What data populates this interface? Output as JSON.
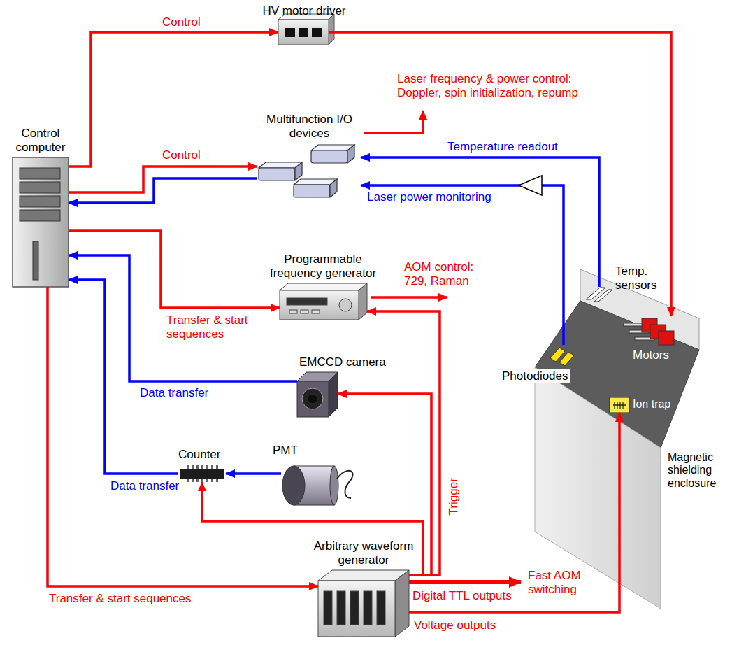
{
  "diagram": {
    "nodes": [
      {
        "text": [
          "HV motor driver"
        ]
      },
      {
        "text": [
          "Control computer"
        ]
      },
      {
        "text": [
          "Multifunction I/O devices"
        ]
      },
      {
        "text": [
          "Programmable frequency generator"
        ]
      },
      {
        "text": [
          "Magnetic shielding enclosure"
        ]
      },
      {
        "text": [
          "Temp. sensors"
        ],
        "in": 4
      },
      {
        "text": [
          "Motors"
        ],
        "in": 4
      },
      {
        "text": [
          "Photodiodes"
        ],
        "in": 4
      },
      {
        "text": [
          "Ion trap"
        ],
        "in": 4
      },
      {
        "text": [
          "EMCCD camera"
        ]
      },
      {
        "text": [
          "Counter"
        ]
      },
      {
        "text": [
          "PMT"
        ]
      },
      {
        "text": [
          "Arbitrary waveform generator"
        ]
      }
    ],
    "edges": [
      {
        "from": 1,
        "to": 0,
        "label": "Control",
        "arrow": "to"
      },
      {
        "from": 1,
        "to": 2,
        "label": "Control",
        "arrow": "to"
      },
      {
        "from": 2,
        "to": 1,
        "arrow": "to"
      },
      {
        "from": 1,
        "to": 3,
        "label": "Transfer & start sequences",
        "arrow": "to"
      },
      {
        "from": 9,
        "to": 1,
        "label": "Data transfer",
        "arrow": "to"
      },
      {
        "from": 10,
        "to": 1,
        "label": "Data transfer",
        "arrow": "to"
      },
      {
        "from": 11,
        "to": 10,
        "arrow": "to"
      },
      {
        "from": 1,
        "to": 12,
        "label": "Transfer & start sequences",
        "arrow": "to"
      },
      {
        "from": 0,
        "to": 6,
        "arrow": "to"
      },
      {
        "from": 5,
        "to": 2,
        "label": "Temperature readout",
        "arrow": "to"
      },
      {
        "from": 7,
        "to": 2,
        "label": "Laser power monitoring",
        "arrow": "to"
      },
      {
        "from": 12,
        "to": 10,
        "arrow": "to"
      },
      {
        "from": 12,
        "to": 9,
        "label": "Trigger",
        "arrow": "to"
      },
      {
        "from": 12,
        "to": 3,
        "arrow": "to"
      },
      {
        "from": 12,
        "to": 8,
        "label": "Voltage outputs",
        "arrow": "to"
      }
    ],
    "labels": [
      "Laser frequency & power control: Doppler, spin initialization, repump",
      "AOM control: 729, Raman",
      "Digital TTL outputs",
      "Fast AOM switching"
    ]
  }
}
